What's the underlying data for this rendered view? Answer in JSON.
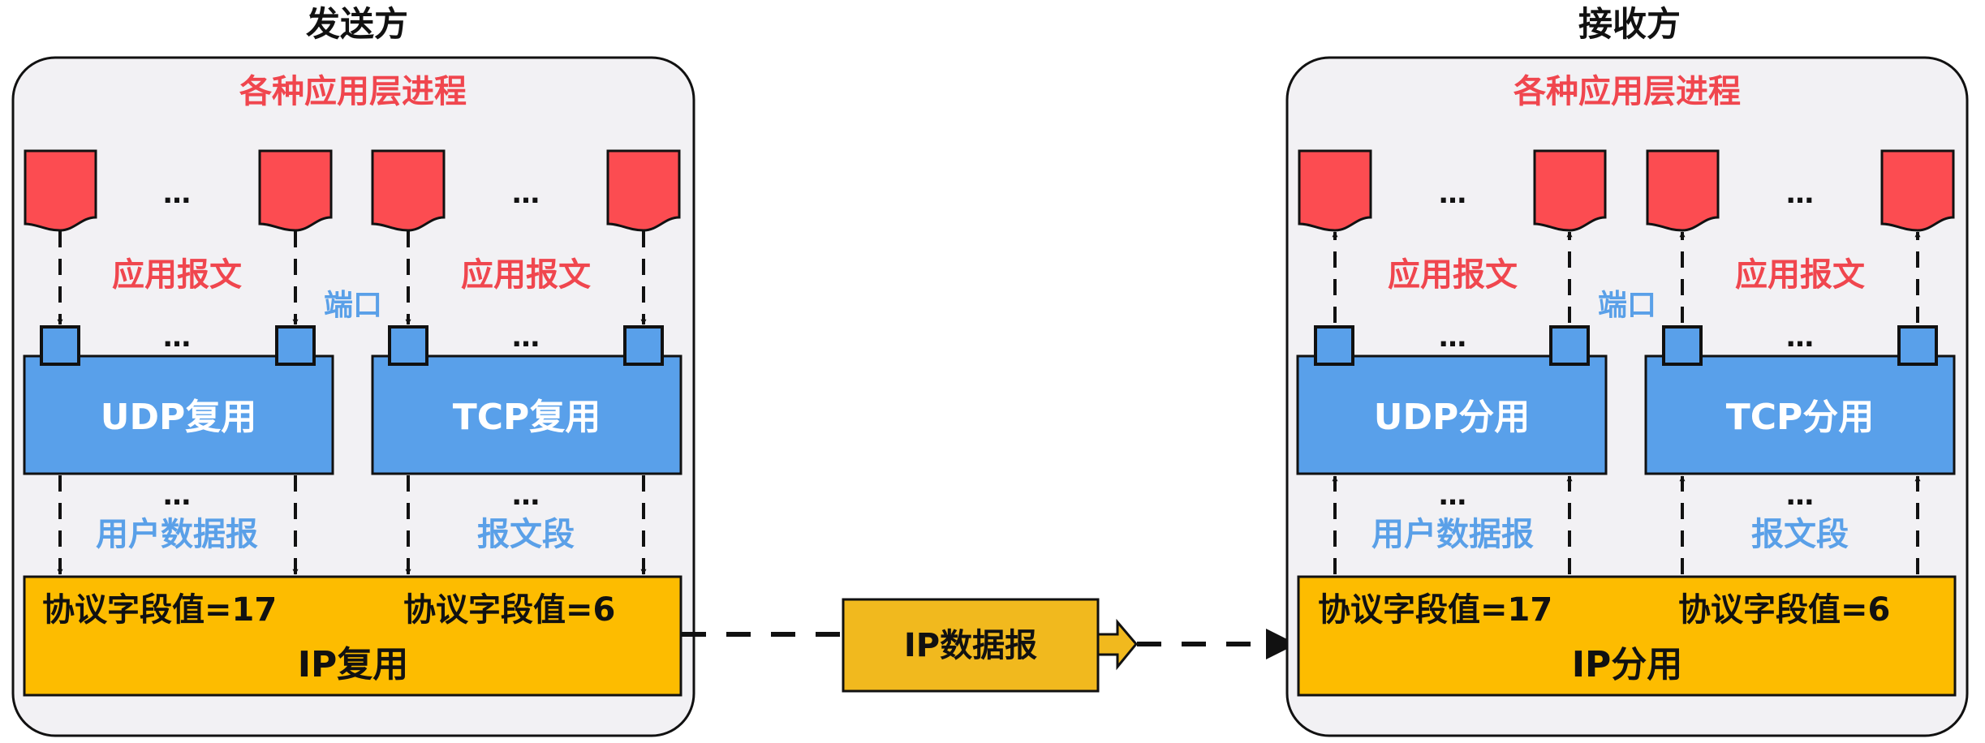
{
  "colors": {
    "panel_fill": "#f2f1f4",
    "panel_stroke": "#111111",
    "document_fill": "#fc4c51",
    "transport_fill": "#59a0ea",
    "port_fill": "#59a0ea",
    "ip_fill": "#fdbc00",
    "datagram_fill": "#f1b91e",
    "red_text": "#f0464e",
    "blue_text": "#5aa0e8",
    "black_text": "#111111",
    "white_text": "#ffffff"
  },
  "sender": {
    "title": "发送方",
    "app_layer_label": "各种应用层进程",
    "ellipsis": "…",
    "app_message_label": "应用报文",
    "port_label": "端口",
    "udp_box_label": "UDP复用",
    "tcp_box_label": "TCP复用",
    "udp_pdu_label": "用户数据报",
    "tcp_pdu_label": "报文段",
    "udp_protocol_field": "协议字段值=17",
    "tcp_protocol_field": "协议字段值=6",
    "ip_box_label": "IP复用",
    "arrow_direction": "down"
  },
  "receiver": {
    "title": "接收方",
    "app_layer_label": "各种应用层进程",
    "ellipsis": "…",
    "app_message_label": "应用报文",
    "port_label": "端口",
    "udp_box_label": "UDP分用",
    "tcp_box_label": "TCP分用",
    "udp_pdu_label": "用户数据报",
    "tcp_pdu_label": "报文段",
    "udp_protocol_field": "协议字段值=17",
    "tcp_protocol_field": "协议字段值=6",
    "ip_box_label": "IP分用",
    "arrow_direction": "up"
  },
  "transfer": {
    "datagram_label": "IP数据报"
  }
}
